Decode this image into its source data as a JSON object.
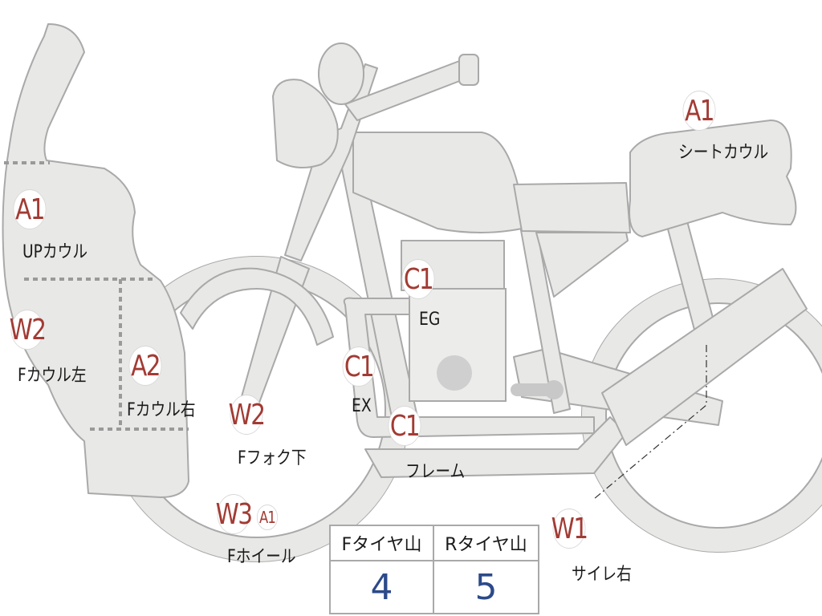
{
  "regions": [
    {
      "key": "seat-cowl",
      "code": "A1",
      "label": "シートカウル"
    },
    {
      "key": "up-cowl",
      "code": "A1",
      "label": "UPカウル"
    },
    {
      "key": "f-cowl-left",
      "code": "W2",
      "label": "Fカウル左"
    },
    {
      "key": "f-cowl-right",
      "code": "A2",
      "label": "Fカウル右"
    },
    {
      "key": "engine",
      "code": "C1",
      "label": "EG"
    },
    {
      "key": "exhaust",
      "code": "C1",
      "label": "EX"
    },
    {
      "key": "frame",
      "code": "C1",
      "label": "フレーム"
    },
    {
      "key": "f-fork-lower",
      "code": "W2",
      "label": "Fフォク下"
    },
    {
      "key": "f-wheel",
      "code": "W3",
      "label": "Fホイール"
    },
    {
      "key": "f-wheel-sub",
      "code": "A1",
      "label": ""
    },
    {
      "key": "muffler-right",
      "code": "W1",
      "label": "サイレ右"
    }
  ],
  "tread_table": {
    "headers": [
      "Fタイヤ山",
      "Rタイヤ山"
    ],
    "values": [
      "4",
      "5"
    ]
  },
  "colors": {
    "code": "#a23b34",
    "tread_value": "#2c4a8a",
    "body_fill": "#e8e8e6",
    "outline": "#a9a9a9"
  }
}
